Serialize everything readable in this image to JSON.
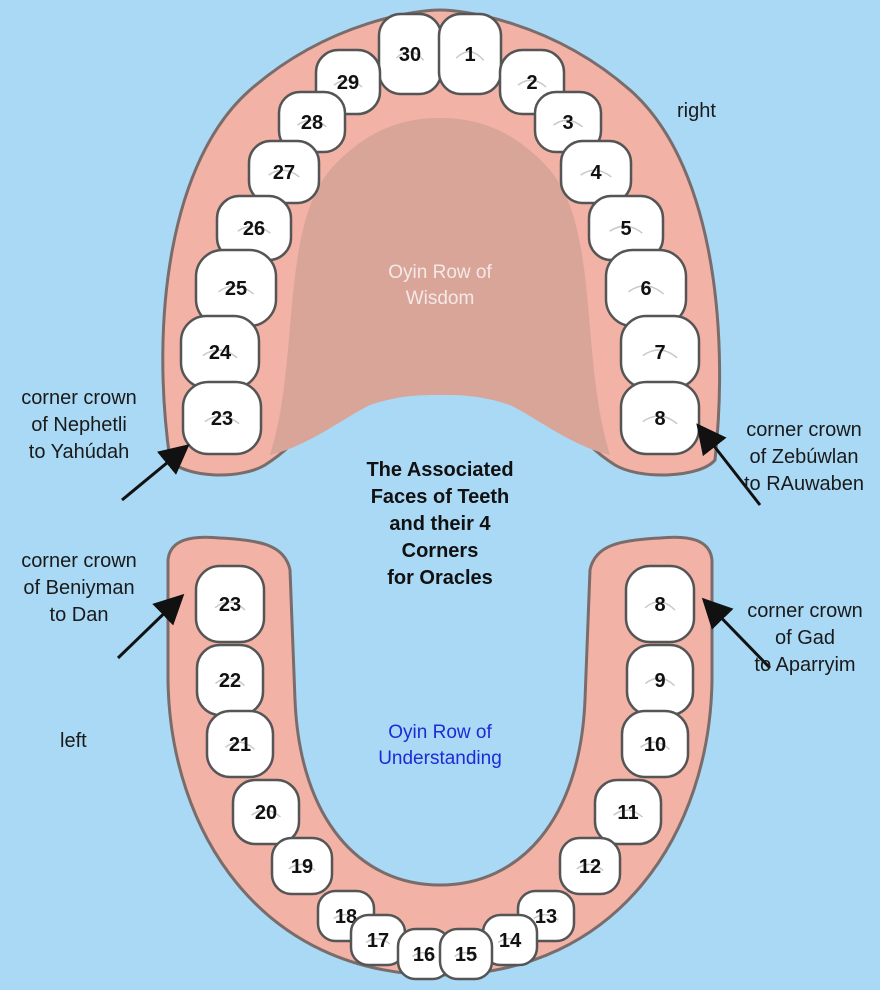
{
  "colors": {
    "background": "#a9d9f5",
    "gum": "#f2b2a6",
    "gum_edge": "#7a6c6a",
    "palate": "#d9a598",
    "tooth": "#ffffff",
    "tooth_edge": "#555555",
    "upper_row_label": "#f4e9e7",
    "lower_row_label": "#1f2ad6",
    "arrow": "#111111"
  },
  "upper_arch": {
    "row_label": [
      "Oyin Row of",
      "Wisdom"
    ],
    "teeth": [
      "30",
      "1",
      "29",
      "2",
      "28",
      "3",
      "27",
      "4",
      "26",
      "5",
      "25",
      "6",
      "24",
      "7",
      "23",
      "8"
    ]
  },
  "lower_arch": {
    "row_label": [
      "Oyin Row of",
      "Understanding"
    ],
    "teeth": [
      "23",
      "8",
      "22",
      "9",
      "21",
      "10",
      "20",
      "11",
      "19",
      "12",
      "18",
      "13",
      "17",
      "14",
      "16",
      "15"
    ]
  },
  "side_labels": {
    "right": "right",
    "left": "left"
  },
  "title": [
    "The Associated",
    "Faces of Teeth",
    "and their 4",
    "Corners",
    "for Oracles"
  ],
  "corner_labels": {
    "upper_left": [
      "corner crown",
      "of Nephetli",
      "to Yahúdah"
    ],
    "upper_right": [
      "corner crown",
      "of Zebúwlan",
      "to RAuwaben"
    ],
    "lower_left": [
      "corner crown",
      "of Beniyman",
      "to Dan"
    ],
    "lower_right": [
      "corner crown",
      "of Gad",
      "to Aparryim"
    ]
  }
}
